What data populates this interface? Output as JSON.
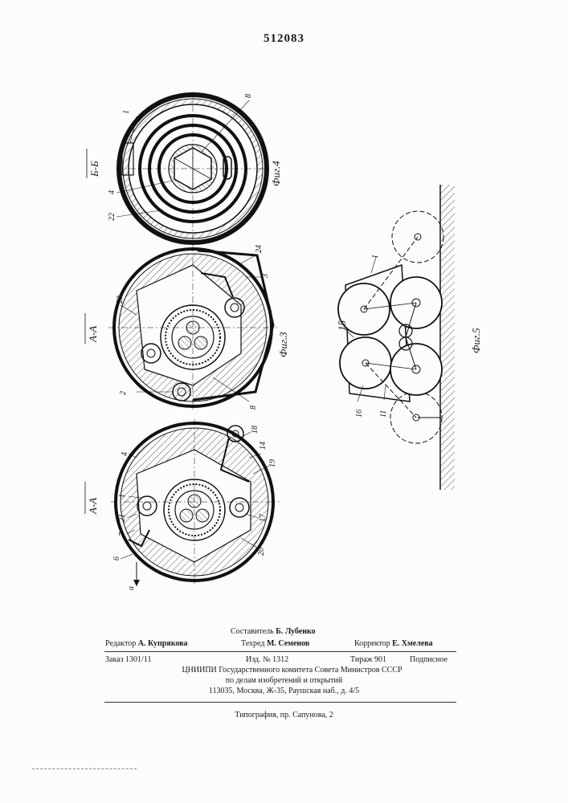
{
  "patent_number": "512083",
  "drawing": {
    "fig4": {
      "section_label": "Б-Б",
      "fig_label": "Фиг.4",
      "part_numbers": [
        "1",
        "8",
        "4",
        "22"
      ]
    },
    "fig3": {
      "section_label": "А-А",
      "fig_label": "Фиг.3",
      "part_numbers": [
        "24",
        "3",
        "23",
        "2",
        "8"
      ]
    },
    "fig2": {
      "section_label": "А-А",
      "part_numbers": [
        "18",
        "14",
        "19",
        "4",
        "1",
        "21",
        "7",
        "6",
        "а",
        "17",
        "20"
      ]
    },
    "fig5": {
      "fig_label": "Фиг.5",
      "part_numbers": [
        "1",
        "15",
        "16",
        "11"
      ]
    }
  },
  "footer": {
    "compiler_label": "Составитель",
    "compiler_name": "Б. Лубенко",
    "editor_label": "Редактор",
    "editor_name": "А. Купрякова",
    "techred_label": "Техред",
    "techred_name": "М. Семенов",
    "corrector_label": "Корректор",
    "corrector_name": "Е. Хмелева",
    "order": "Заказ 1301/11",
    "edition": "Изд. № 1312",
    "circulation": "Тираж 901",
    "subscription": "Подписное",
    "org_line1": "ЦНИИПИ Государственного комитета Совета Министров СССР",
    "org_line2": "по делам изобретений и открытий",
    "address": "113035, Москва, Ж-35, Раушская наб., д. 4/5",
    "printing_house": "Типография, пр. Сапунова, 2"
  }
}
